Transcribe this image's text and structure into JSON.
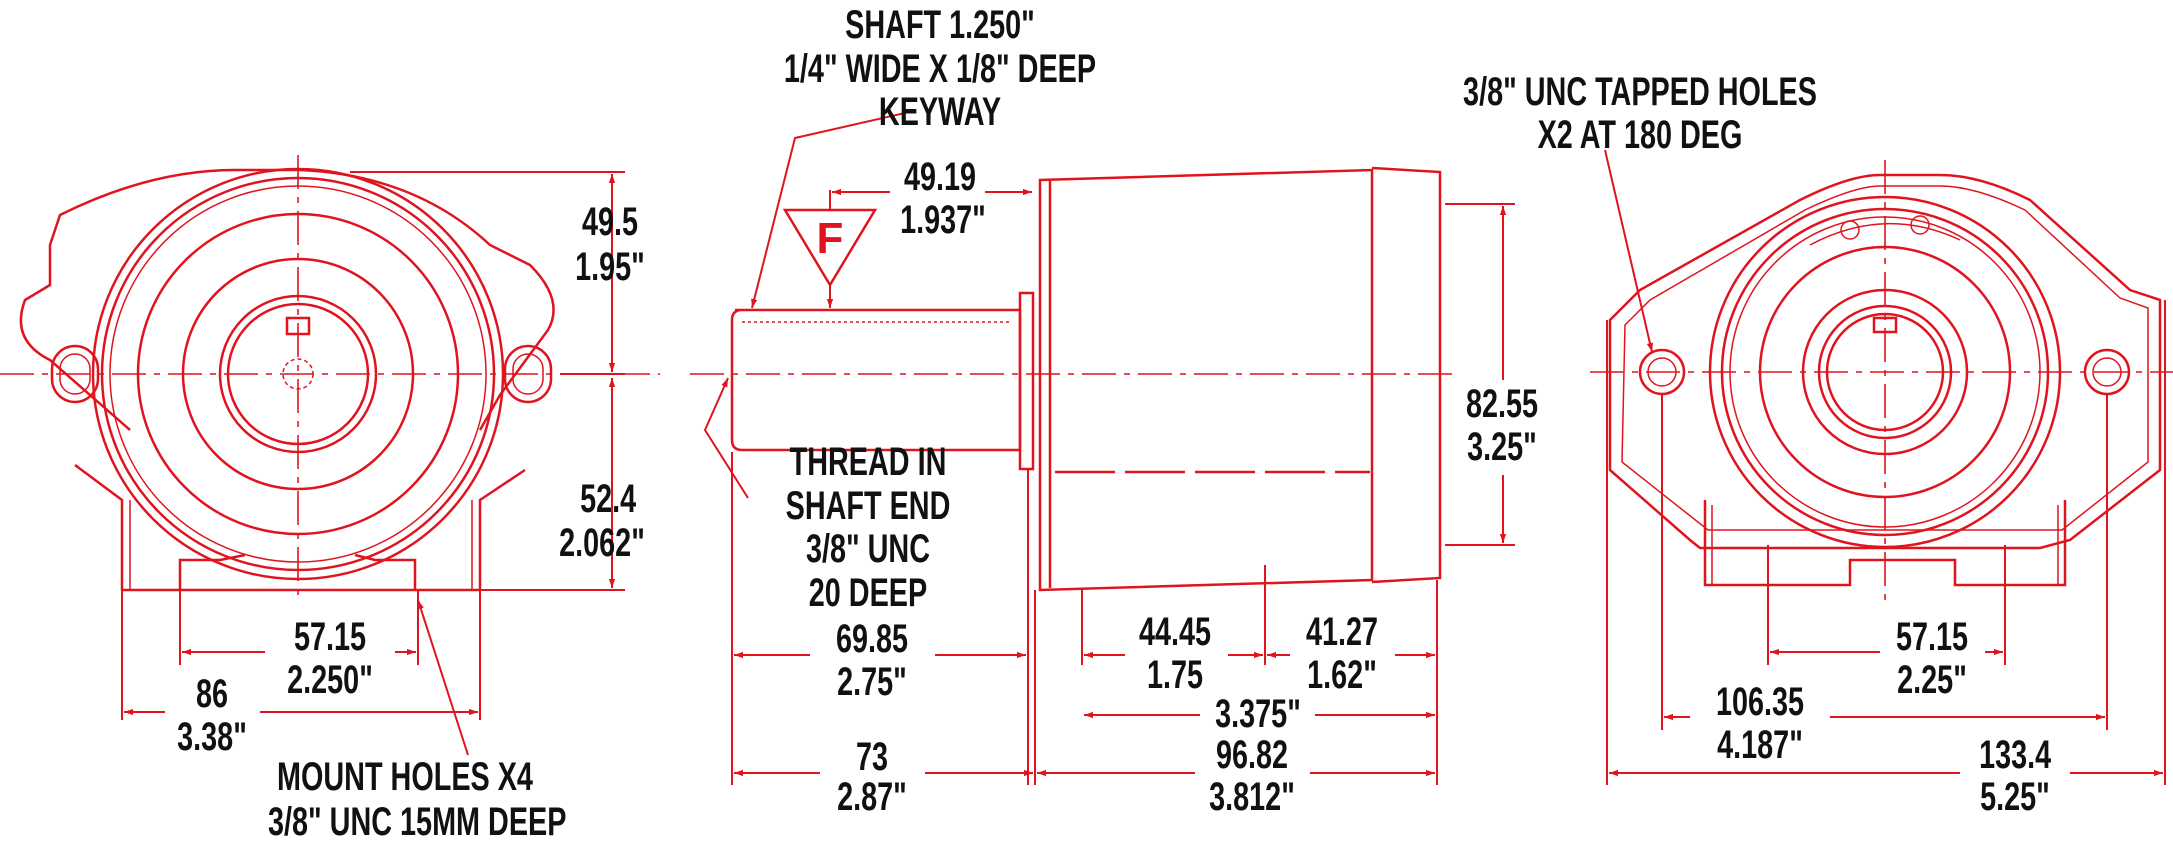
{
  "colors": {
    "line": "#e0141e",
    "text": "#111111"
  },
  "icons": {
    "datum_marker": "triangle-datum-icon"
  },
  "labels": {
    "shaft_line1": "SHAFT 1.250\"",
    "shaft_line2": "1/4\" WIDE X 1/8\" DEEP",
    "shaft_line3": "KEYWAY",
    "datum_letter": "F",
    "tapped_line1": "3/8\" UNC TAPPED HOLES",
    "tapped_line2": "X2 AT 180 DEG",
    "thread_line1": "THREAD IN",
    "thread_line2": "SHAFT END",
    "thread_line3": "3/8\" UNC",
    "thread_line4": "20 DEEP",
    "mount_line1": "MOUNT HOLES X4",
    "mount_line2": "3/8\" UNC 15MM DEEP"
  },
  "dimensions": {
    "top_height_mm": "49.5",
    "top_height_in": "1.95\"",
    "bottom_height_mm": "52.4",
    "bottom_height_in": "2.062\"",
    "front_hole_spacing_mm": "57.15",
    "front_hole_spacing_in": "2.250\"",
    "front_base_width_mm": "86",
    "front_base_width_in": "3.38\"",
    "flange_offset_mm": "49.19",
    "flange_offset_in": "1.937\"",
    "shaft_length_mm": "69.85",
    "shaft_length_in": "2.75\"",
    "shaft_overall_mm": "73",
    "shaft_overall_in": "2.87\"",
    "body_diameter_mm": "82.55",
    "body_diameter_in": "3.25\"",
    "body_seg1_mm": "44.45",
    "body_seg1_in": "1.75",
    "body_seg2_mm": "41.27",
    "body_seg2_in": "1.62\"",
    "body_combined_in": "3.375\"",
    "body_overall_mm": "96.82",
    "body_overall_in": "3.812\"",
    "rear_hole_spacing_mm": "57.15",
    "rear_hole_spacing_in": "2.25\"",
    "rear_tapped_spacing_mm": "106.35",
    "rear_tapped_spacing_in": "4.187\"",
    "rear_overall_mm": "133.4",
    "rear_overall_in": "5.25\""
  }
}
